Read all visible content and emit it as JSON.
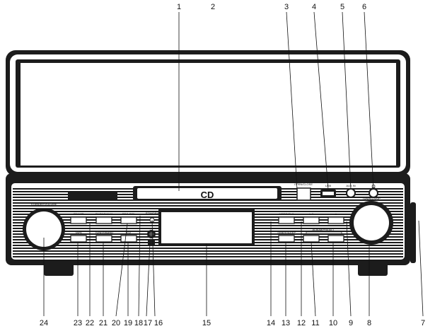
{
  "callouts_top": [
    "1",
    "2",
    "3",
    "4",
    "5",
    "6"
  ],
  "callouts_bottom": [
    "24",
    "23",
    "22",
    "21",
    "20",
    "19",
    "18",
    "17",
    "16",
    "15",
    "14",
    "13",
    "12",
    "11",
    "10",
    "9",
    "8",
    "7"
  ],
  "panel_labels": {
    "cd_logo": "CD",
    "open_close": "OPEN/CLOSE",
    "usb": "USB",
    "aux_in": "AUX IN",
    "headphone_symbol": "Ω",
    "standby_volume": "STANDBY/VOLUME",
    "cd_usb": "CD/USB",
    "phono_aux": "PHONO/AUX",
    "rec_del": "REC./DEL",
    "standby": "STANDBY",
    "tape": "TAPE",
    "tuner_band": "TUNER/BAND",
    "eq": "EQ",
    "mode_clk": "MODE/CLK",
    "play_pause": "►II",
    "stop": "■",
    "tuning_skip": "TUNING/SKIP",
    "timer_sleep": "TIMER/SLEEP",
    "album_preset": "ALBUM/PRESET"
  },
  "colors": {
    "body": "#1c1c1c",
    "ink": "#111111",
    "paper": "#ffffff"
  }
}
